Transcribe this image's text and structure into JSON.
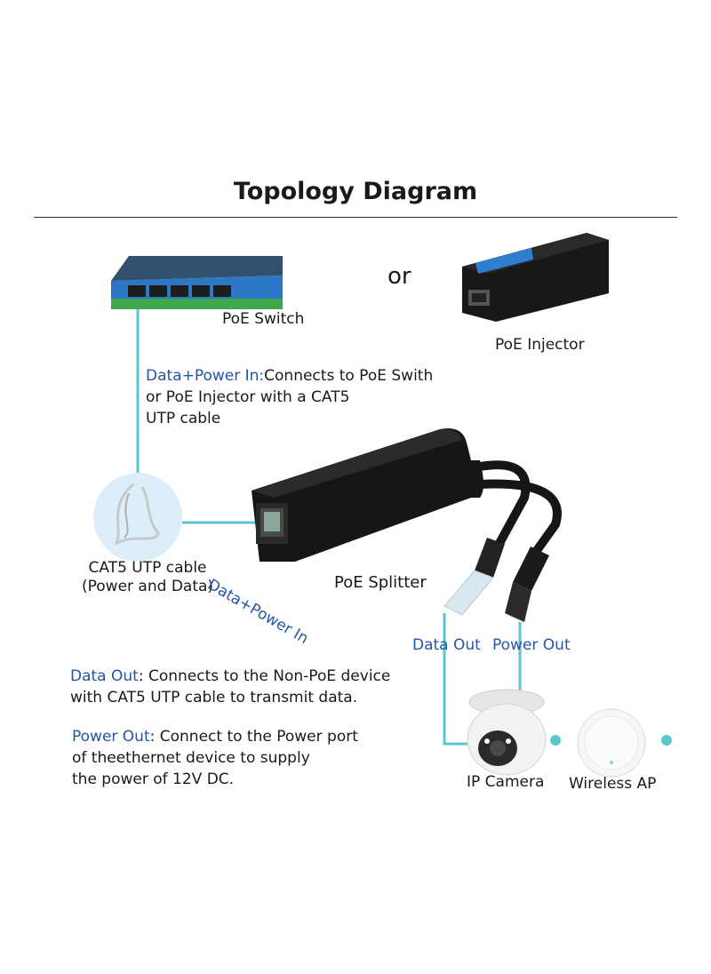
{
  "title": "Topology Diagram",
  "or_text": "or",
  "devices": {
    "poe_switch": "PoE Switch",
    "poe_injector": "PoE Injector",
    "cat5_cable_line1": "CAT5 UTP cable",
    "cat5_cable_line2": "(Power and Data)",
    "poe_splitter": "PoE Splitter",
    "ip_camera": "IP Camera",
    "wireless_ap": "Wireless AP"
  },
  "connections": {
    "data_power_in_rotated": "Data+Power In",
    "data_out": "Data Out",
    "power_out": "Power Out"
  },
  "descriptions": {
    "data_power_in": {
      "label": "Data+Power In:",
      "line1": "Connects to PoE Swith",
      "line2": "or PoE Injector with a CAT5",
      "line3": "UTP cable"
    },
    "data_out": {
      "label": "Data Out",
      "line1": ": Connects to the Non-PoE device",
      "line2": "with CAT5 UTP cable to transmit data."
    },
    "power_out": {
      "label": "Power Out",
      "line1": ": Connect to the Power port",
      "line2": "of theethernet device to supply",
      "line3": "the power of 12V DC."
    }
  },
  "colors": {
    "line": "#5cc6cf",
    "accent_blue": "#2456a6",
    "switch_body": "#26405f",
    "switch_front": "#2b77c4",
    "switch_base": "#3da84e",
    "device_black": "#161616",
    "camera_white": "#f2f2f2"
  }
}
